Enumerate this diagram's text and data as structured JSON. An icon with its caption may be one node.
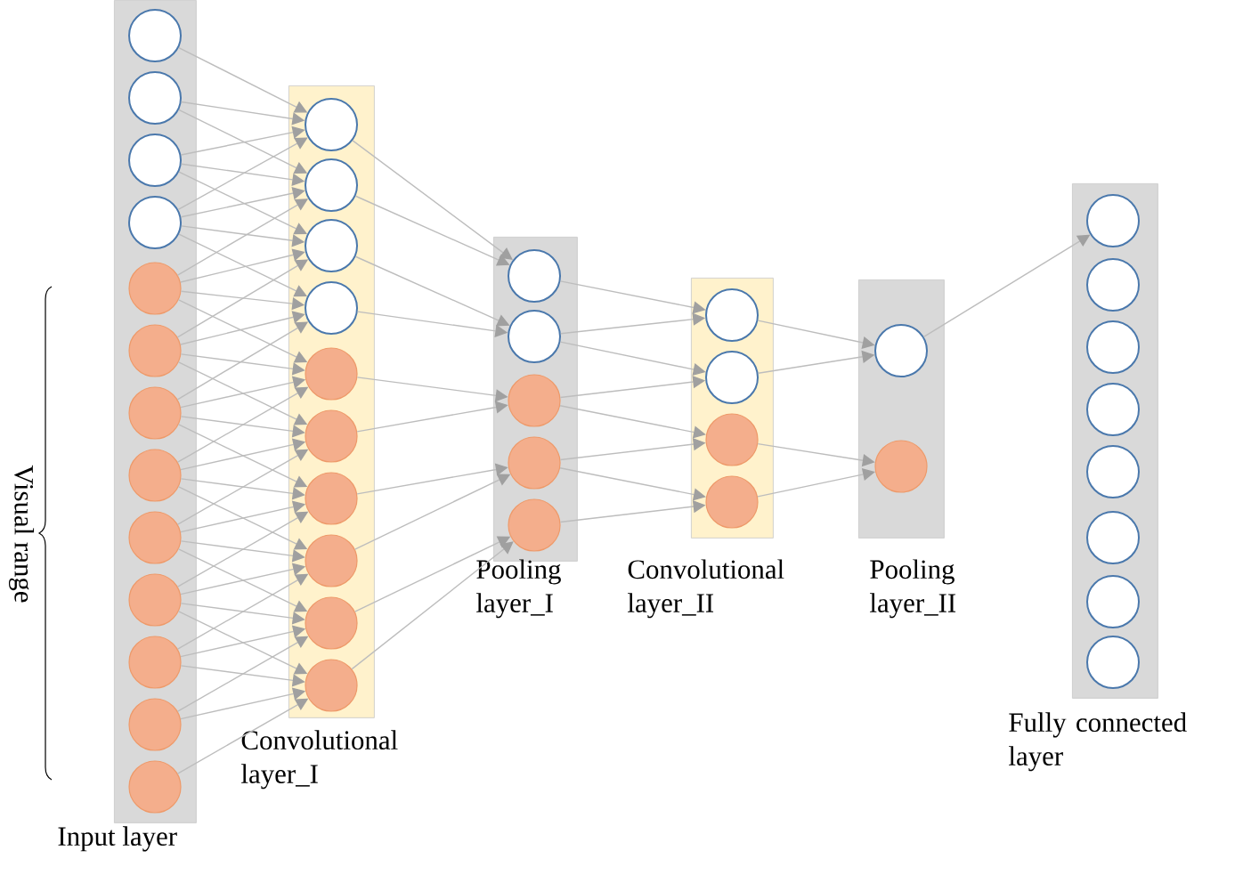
{
  "diagram": {
    "nodes": [
      {
        "text": [
          "Input layer"
        ]
      },
      {
        "text": [],
        "shape": "circle",
        "in": 0
      },
      {
        "text": [],
        "shape": "circle",
        "in": 0
      },
      {
        "text": [],
        "shape": "circle",
        "in": 0
      },
      {
        "text": [],
        "shape": "circle",
        "in": 0
      },
      {
        "text": [],
        "shape": "circle",
        "in": 0
      },
      {
        "text": [],
        "shape": "circle",
        "in": 0
      },
      {
        "text": [],
        "shape": "circle",
        "in": 0
      },
      {
        "text": [],
        "shape": "circle",
        "in": 0
      },
      {
        "text": [],
        "shape": "circle",
        "in": 0
      },
      {
        "text": [],
        "shape": "circle",
        "in": 0
      },
      {
        "text": [],
        "shape": "circle",
        "in": 0
      },
      {
        "text": [],
        "shape": "circle",
        "in": 0
      },
      {
        "text": [],
        "shape": "circle",
        "in": 0
      },
      {
        "text": [
          "Convolutional layer_I"
        ]
      },
      {
        "text": [],
        "shape": "circle",
        "in": 14
      },
      {
        "text": [],
        "shape": "circle",
        "in": 14
      },
      {
        "text": [],
        "shape": "circle",
        "in": 14
      },
      {
        "text": [],
        "shape": "circle",
        "in": 14
      },
      {
        "text": [],
        "shape": "circle",
        "in": 14
      },
      {
        "text": [],
        "shape": "circle",
        "in": 14
      },
      {
        "text": [],
        "shape": "circle",
        "in": 14
      },
      {
        "text": [],
        "shape": "circle",
        "in": 14
      },
      {
        "text": [],
        "shape": "circle",
        "in": 14
      },
      {
        "text": [],
        "shape": "circle",
        "in": 14
      },
      {
        "text": [
          "Pooling layer_I"
        ]
      },
      {
        "text": [],
        "shape": "circle",
        "in": 25
      },
      {
        "text": [],
        "shape": "circle",
        "in": 25
      },
      {
        "text": [],
        "shape": "circle",
        "in": 25
      },
      {
        "text": [],
        "shape": "circle",
        "in": 25
      },
      {
        "text": [],
        "shape": "circle",
        "in": 25
      },
      {
        "text": [
          "Convolutional layer_II"
        ]
      },
      {
        "text": [],
        "shape": "circle",
        "in": 31
      },
      {
        "text": [],
        "shape": "circle",
        "in": 31
      },
      {
        "text": [],
        "shape": "circle",
        "in": 31
      },
      {
        "text": [],
        "shape": "circle",
        "in": 31
      },
      {
        "text": [
          "Pooling layer_II"
        ]
      },
      {
        "text": [],
        "shape": "circle",
        "in": 36
      },
      {
        "text": [],
        "shape": "circle",
        "in": 36
      },
      {
        "text": [
          "Fully connected layer"
        ]
      },
      {
        "text": [],
        "shape": "circle",
        "in": 39
      },
      {
        "text": [],
        "shape": "circle",
        "in": 39
      },
      {
        "text": [],
        "shape": "circle",
        "in": 39
      },
      {
        "text": [],
        "shape": "circle",
        "in": 39
      },
      {
        "text": [],
        "shape": "circle",
        "in": 39
      },
      {
        "text": [],
        "shape": "circle",
        "in": 39
      },
      {
        "text": [],
        "shape": "circle",
        "in": 39
      },
      {
        "text": [],
        "shape": "circle",
        "in": 39
      }
    ],
    "edges": [
      {
        "from": 1,
        "to": 15,
        "arrow": "to"
      },
      {
        "from": 2,
        "to": 15,
        "arrow": "to"
      },
      {
        "from": 3,
        "to": 15,
        "arrow": "to"
      },
      {
        "from": 4,
        "to": 15,
        "arrow": "to"
      },
      {
        "from": 2,
        "to": 16,
        "arrow": "to"
      },
      {
        "from": 3,
        "to": 16,
        "arrow": "to"
      },
      {
        "from": 4,
        "to": 16,
        "arrow": "to"
      },
      {
        "from": 5,
        "to": 16,
        "arrow": "to"
      },
      {
        "from": 3,
        "to": 17,
        "arrow": "to"
      },
      {
        "from": 4,
        "to": 17,
        "arrow": "to"
      },
      {
        "from": 5,
        "to": 17,
        "arrow": "to"
      },
      {
        "from": 6,
        "to": 17,
        "arrow": "to"
      },
      {
        "from": 4,
        "to": 18,
        "arrow": "to"
      },
      {
        "from": 5,
        "to": 18,
        "arrow": "to"
      },
      {
        "from": 6,
        "to": 18,
        "arrow": "to"
      },
      {
        "from": 7,
        "to": 18,
        "arrow": "to"
      },
      {
        "from": 5,
        "to": 19,
        "arrow": "to"
      },
      {
        "from": 6,
        "to": 19,
        "arrow": "to"
      },
      {
        "from": 7,
        "to": 19,
        "arrow": "to"
      },
      {
        "from": 8,
        "to": 19,
        "arrow": "to"
      },
      {
        "from": 6,
        "to": 20,
        "arrow": "to"
      },
      {
        "from": 7,
        "to": 20,
        "arrow": "to"
      },
      {
        "from": 8,
        "to": 20,
        "arrow": "to"
      },
      {
        "from": 9,
        "to": 20,
        "arrow": "to"
      },
      {
        "from": 7,
        "to": 21,
        "arrow": "to"
      },
      {
        "from": 8,
        "to": 21,
        "arrow": "to"
      },
      {
        "from": 9,
        "to": 21,
        "arrow": "to"
      },
      {
        "from": 10,
        "to": 21,
        "arrow": "to"
      },
      {
        "from": 8,
        "to": 22,
        "arrow": "to"
      },
      {
        "from": 9,
        "to": 22,
        "arrow": "to"
      },
      {
        "from": 10,
        "to": 22,
        "arrow": "to"
      },
      {
        "from": 11,
        "to": 22,
        "arrow": "to"
      },
      {
        "from": 9,
        "to": 23,
        "arrow": "to"
      },
      {
        "from": 10,
        "to": 23,
        "arrow": "to"
      },
      {
        "from": 11,
        "to": 23,
        "arrow": "to"
      },
      {
        "from": 12,
        "to": 23,
        "arrow": "to"
      },
      {
        "from": 10,
        "to": 24,
        "arrow": "to"
      },
      {
        "from": 11,
        "to": 24,
        "arrow": "to"
      },
      {
        "from": 12,
        "to": 24,
        "arrow": "to"
      },
      {
        "from": 13,
        "to": 24,
        "arrow": "to"
      },
      {
        "from": 15,
        "to": 26,
        "arrow": "to"
      },
      {
        "from": 16,
        "to": 26,
        "arrow": "to"
      },
      {
        "from": 17,
        "to": 27,
        "arrow": "to"
      },
      {
        "from": 18,
        "to": 27,
        "arrow": "to"
      },
      {
        "from": 19,
        "to": 28,
        "arrow": "to"
      },
      {
        "from": 20,
        "to": 28,
        "arrow": "to"
      },
      {
        "from": 21,
        "to": 29,
        "arrow": "to"
      },
      {
        "from": 22,
        "to": 29,
        "arrow": "to"
      },
      {
        "from": 23,
        "to": 30,
        "arrow": "to"
      },
      {
        "from": 24,
        "to": 30,
        "arrow": "to"
      },
      {
        "from": 26,
        "to": 32,
        "arrow": "to"
      },
      {
        "from": 27,
        "to": 32,
        "arrow": "to"
      },
      {
        "from": 27,
        "to": 33,
        "arrow": "to"
      },
      {
        "from": 28,
        "to": 33,
        "arrow": "to"
      },
      {
        "from": 28,
        "to": 34,
        "arrow": "to"
      },
      {
        "from": 29,
        "to": 34,
        "arrow": "to"
      },
      {
        "from": 29,
        "to": 35,
        "arrow": "to"
      },
      {
        "from": 30,
        "to": 35,
        "arrow": "to"
      },
      {
        "from": 32,
        "to": 37,
        "arrow": "to"
      },
      {
        "from": 33,
        "to": 37,
        "arrow": "to"
      },
      {
        "from": 34,
        "to": 38,
        "arrow": "to"
      },
      {
        "from": 35,
        "to": 38,
        "arrow": "to"
      },
      {
        "from": 37,
        "to": 40,
        "arrow": "to"
      }
    ],
    "labels": [
      "Visual range"
    ]
  }
}
